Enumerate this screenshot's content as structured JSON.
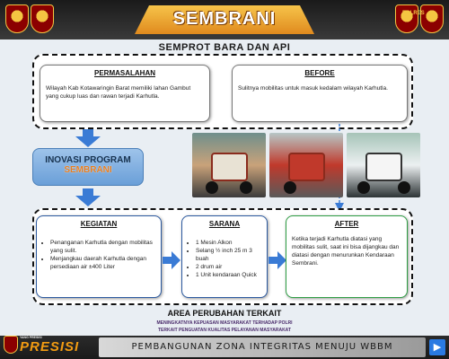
{
  "header": {
    "title": "SEMBRANI",
    "logo_tag": "POLRES"
  },
  "subtitle": "SEMPROT BARA DAN API",
  "permasalahan": {
    "title": "PERMASALAHAN",
    "text": "Wilayah Kab Kotawaringin Barat memiliki lahan Gambut yang cukup luas dan rawan terjadi Karhutla."
  },
  "before": {
    "title": "BEFORE",
    "text": "Sulitnya mobilitas untuk masuk kedalam wilayah Karhutla."
  },
  "inovasi": {
    "line1": "INOVASI PROGRAM",
    "line2": "SEMBRANI"
  },
  "kegiatan": {
    "title": "KEGIATAN",
    "items": [
      "Penanganan Karhutla dengan mobilitas yang sulit.",
      "Menjangkau daerah Karhutla dengan persediaan air ±400 Liter"
    ]
  },
  "sarana": {
    "title": "SARANA",
    "items": [
      "1 Mesin Alkon",
      "Selang ½ inch 25 m 3 buah",
      "2 drum air",
      "1 Unit kendaraan Quick"
    ]
  },
  "after": {
    "title": "AFTER",
    "text": "Ketika terjadi Karhutla diatasi yang mobilitas sulit, saat ini bisa dijangkau dan diatasi dengan menurunkan Kendaraan Sembrani."
  },
  "footer": {
    "area_title": "AREA PERUBAHAN TERKAIT",
    "line1": "MENINGKATNYA KEPUASAN MASYARAKAT TERHADAP POLRI",
    "line2": "TERKAIT PENGUATAN KUALITAS PELAYANAN MASYARAKAT"
  },
  "bottom": {
    "slogan": "PEMBANGUNAN ZONA INTEGRITAS MENUJU WBBM",
    "brand": "PRESISI",
    "brand_small": "TRANSFORMASI MENUJU POLRI YANG PRESISI",
    "next_icon": "play-next-icon"
  },
  "colors": {
    "accent": "#e67e22",
    "arrow": "#3a7bd5",
    "header_band": "#f6c44a",
    "inovasi_bg": "#8fb6e3"
  }
}
